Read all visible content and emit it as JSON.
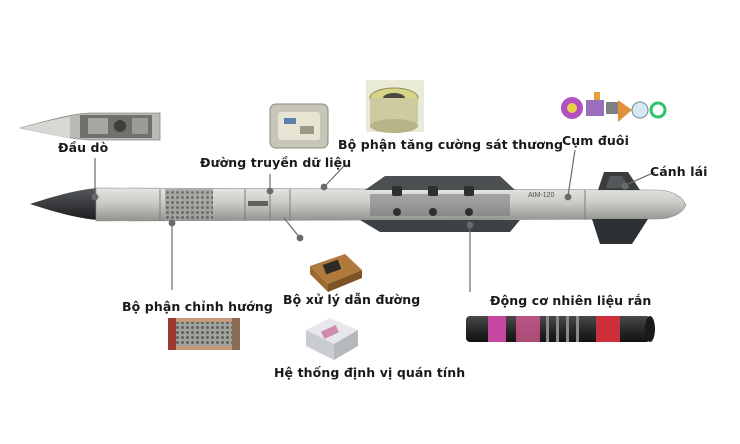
{
  "labels": {
    "seeker": "Đầu dò",
    "datalink": "Đường truyền dữ liệu",
    "warhead": "Bộ phận tăng cường sát thương",
    "tail_assembly": "Cụm đuôi",
    "control_fins": "Cánh lái",
    "guidance_section": "Bộ phận chỉnh hướng",
    "guidance_processor": "Bộ xử lý dẫn đường",
    "solid_rocket_motor": "Động cơ nhiên liệu rắn",
    "inertial_navigation": "Hệ thống định vị quán tính"
  },
  "missile_marking": "AIM-120",
  "colors": {
    "body": "#c9cbc6",
    "body_shadow": "#9ea19c",
    "nose": "#2a2c2e",
    "fin": "#3a3d40",
    "leader_line": "#6a6a6a",
    "motor_red": "#c8303e",
    "motor_magenta": "#d04aa8",
    "motor_dark": "#2b2b2b"
  }
}
